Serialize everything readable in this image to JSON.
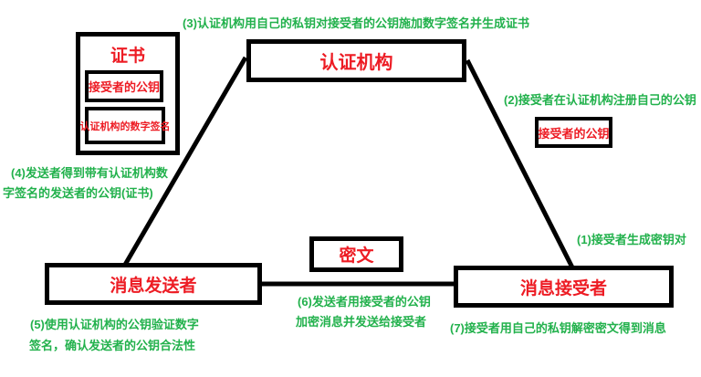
{
  "diagram": {
    "boxes": {
      "certificate": {
        "title": "证书",
        "recipient_public_key": "接受者的公钥",
        "ca_digital_signature": "认证机构的数字签名"
      },
      "certification_authority": "认证机构",
      "message_sender": "消息发送者",
      "message_receiver": "消息接受者",
      "ciphertext": "密文",
      "recipient_public_key": "接受者的公钥"
    },
    "annotations": {
      "step1": "(1)接受者生成密钥对",
      "step2": "(2)接受者在认证机构注册自己的公钥",
      "step3": "(3)认证机构用自己的私钥对接受者的公钥施加数字签名并生成证书",
      "step4": [
        "(4)发送者得到带有认证机构数",
        "字签名的发送者的公钥(证书)"
      ],
      "step5": [
        "(5)使用认证机构的公钥验证数字",
        "签名，确认发送者的公钥合法性"
      ],
      "step6": [
        "(6)发送者用接受者的公钥",
        "加密消息并发送给接受者"
      ],
      "step7": "(7)接受者用自己的私钥解密密文得到消息"
    },
    "colors": {
      "node_text": "#ed1c24",
      "annotation_text": "#22b14c",
      "line": "#000000",
      "background": "#ffffff"
    }
  }
}
